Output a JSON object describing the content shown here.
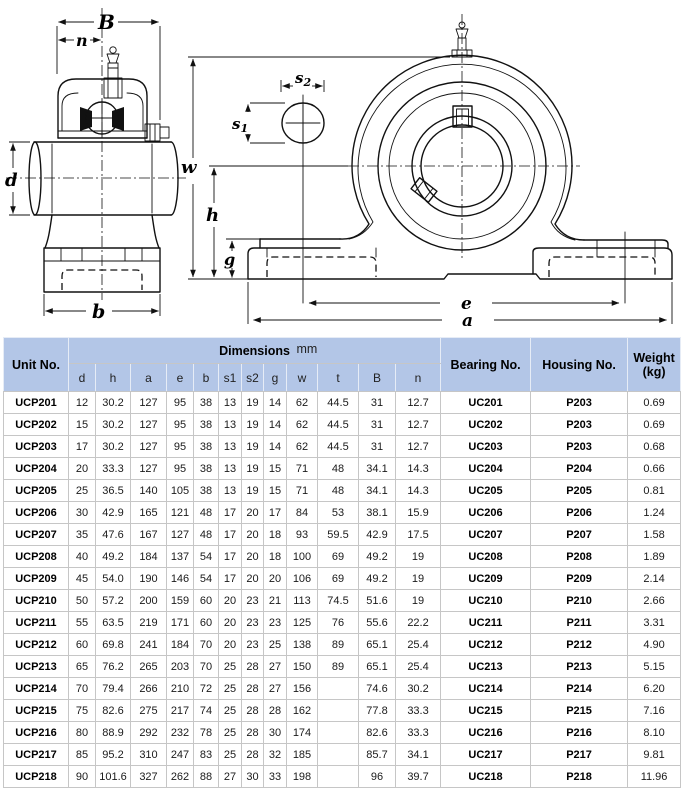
{
  "colors": {
    "header_bg": "#b3c6e7",
    "table_border": "#c6c6c6",
    "drawing_line": "#111111"
  },
  "drawing": {
    "labels": {
      "B": "B",
      "n": "n",
      "d": "d",
      "b": "b",
      "w": "w",
      "h": "h",
      "g": "g",
      "e": "e",
      "a": "a",
      "s1": {
        "base": "s",
        "sub": "1"
      },
      "s2": {
        "base": "s",
        "sub": "2"
      }
    }
  },
  "table": {
    "header": {
      "unit_no": "Unit No.",
      "dimensions": "Dimensions",
      "mm": "mm",
      "bearing_no": "Bearing No.",
      "housing_no": "Housing No.",
      "weight_line1": "Weight",
      "weight_line2": "(kg)",
      "dim_cols": [
        "d",
        "h",
        "a",
        "e",
        "b",
        "s1",
        "s2",
        "g",
        "w",
        "t",
        "B",
        "n"
      ]
    },
    "rows": [
      {
        "unit": "UCP201",
        "dims": [
          "12",
          "30.2",
          "127",
          "95",
          "38",
          "13",
          "19",
          "14",
          "62",
          "44.5",
          "31",
          "12.7"
        ],
        "bearing": "UC201",
        "housing": "P203",
        "weight": "0.69"
      },
      {
        "unit": "UCP202",
        "dims": [
          "15",
          "30.2",
          "127",
          "95",
          "38",
          "13",
          "19",
          "14",
          "62",
          "44.5",
          "31",
          "12.7"
        ],
        "bearing": "UC202",
        "housing": "P203",
        "weight": "0.69"
      },
      {
        "unit": "UCP203",
        "dims": [
          "17",
          "30.2",
          "127",
          "95",
          "38",
          "13",
          "19",
          "14",
          "62",
          "44.5",
          "31",
          "12.7"
        ],
        "bearing": "UC203",
        "housing": "P203",
        "weight": "0.68"
      },
      {
        "unit": "UCP204",
        "dims": [
          "20",
          "33.3",
          "127",
          "95",
          "38",
          "13",
          "19",
          "15",
          "71",
          "48",
          "34.1",
          "14.3"
        ],
        "bearing": "UC204",
        "housing": "P204",
        "weight": "0.66"
      },
      {
        "unit": "UCP205",
        "dims": [
          "25",
          "36.5",
          "140",
          "105",
          "38",
          "13",
          "19",
          "15",
          "71",
          "48",
          "34.1",
          "14.3"
        ],
        "bearing": "UC205",
        "housing": "P205",
        "weight": "0.81"
      },
      {
        "unit": "UCP206",
        "dims": [
          "30",
          "42.9",
          "165",
          "121",
          "48",
          "17",
          "20",
          "17",
          "84",
          "53",
          "38.1",
          "15.9"
        ],
        "bearing": "UC206",
        "housing": "P206",
        "weight": "1.24"
      },
      {
        "unit": "UCP207",
        "dims": [
          "35",
          "47.6",
          "167",
          "127",
          "48",
          "17",
          "20",
          "18",
          "93",
          "59.5",
          "42.9",
          "17.5"
        ],
        "bearing": "UC207",
        "housing": "P207",
        "weight": "1.58"
      },
      {
        "unit": "UCP208",
        "dims": [
          "40",
          "49.2",
          "184",
          "137",
          "54",
          "17",
          "20",
          "18",
          "100",
          "69",
          "49.2",
          "19"
        ],
        "bearing": "UC208",
        "housing": "P208",
        "weight": "1.89"
      },
      {
        "unit": "UCP209",
        "dims": [
          "45",
          "54.0",
          "190",
          "146",
          "54",
          "17",
          "20",
          "20",
          "106",
          "69",
          "49.2",
          "19"
        ],
        "bearing": "UC209",
        "housing": "P209",
        "weight": "2.14"
      },
      {
        "unit": "UCP210",
        "dims": [
          "50",
          "57.2",
          "200",
          "159",
          "60",
          "20",
          "23",
          "21",
          "113",
          "74.5",
          "51.6",
          "19"
        ],
        "bearing": "UC210",
        "housing": "P210",
        "weight": "2.66"
      },
      {
        "unit": "UCP211",
        "dims": [
          "55",
          "63.5",
          "219",
          "171",
          "60",
          "20",
          "23",
          "23",
          "125",
          "76",
          "55.6",
          "22.2"
        ],
        "bearing": "UC211",
        "housing": "P211",
        "weight": "3.31"
      },
      {
        "unit": "UCP212",
        "dims": [
          "60",
          "69.8",
          "241",
          "184",
          "70",
          "20",
          "23",
          "25",
          "138",
          "89",
          "65.1",
          "25.4"
        ],
        "bearing": "UC212",
        "housing": "P212",
        "weight": "4.90"
      },
      {
        "unit": "UCP213",
        "dims": [
          "65",
          "76.2",
          "265",
          "203",
          "70",
          "25",
          "28",
          "27",
          "150",
          "89",
          "65.1",
          "25.4"
        ],
        "bearing": "UC213",
        "housing": "P213",
        "weight": "5.15"
      },
      {
        "unit": "UCP214",
        "dims": [
          "70",
          "79.4",
          "266",
          "210",
          "72",
          "25",
          "28",
          "27",
          "156",
          "",
          "74.6",
          "30.2"
        ],
        "bearing": "UC214",
        "housing": "P214",
        "weight": "6.20"
      },
      {
        "unit": "UCP215",
        "dims": [
          "75",
          "82.6",
          "275",
          "217",
          "74",
          "25",
          "28",
          "28",
          "162",
          "",
          "77.8",
          "33.3"
        ],
        "bearing": "UC215",
        "housing": "P215",
        "weight": "7.16"
      },
      {
        "unit": "UCP216",
        "dims": [
          "80",
          "88.9",
          "292",
          "232",
          "78",
          "25",
          "28",
          "30",
          "174",
          "",
          "82.6",
          "33.3"
        ],
        "bearing": "UC216",
        "housing": "P216",
        "weight": "8.10"
      },
      {
        "unit": "UCP217",
        "dims": [
          "85",
          "95.2",
          "310",
          "247",
          "83",
          "25",
          "28",
          "32",
          "185",
          "",
          "85.7",
          "34.1"
        ],
        "bearing": "UC217",
        "housing": "P217",
        "weight": "9.81"
      },
      {
        "unit": "UCP218",
        "dims": [
          "90",
          "101.6",
          "327",
          "262",
          "88",
          "27",
          "30",
          "33",
          "198",
          "",
          "96",
          "39.7"
        ],
        "bearing": "UC218",
        "housing": "P218",
        "weight": "11.96"
      }
    ]
  }
}
